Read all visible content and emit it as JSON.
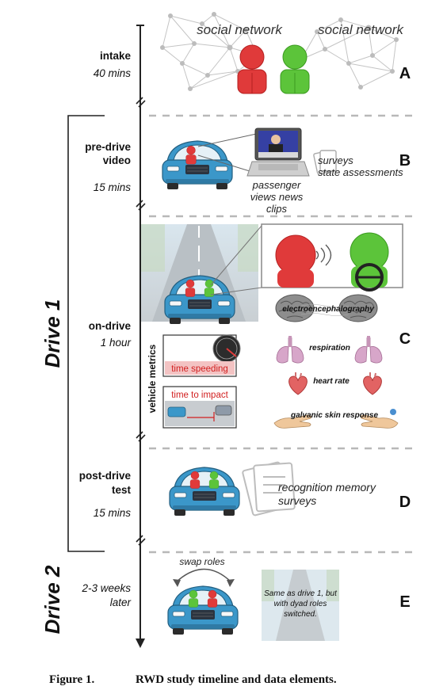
{
  "stages": [
    {
      "name": "intake",
      "duration": "40 mins",
      "letter": "A"
    },
    {
      "name_line1": "pre-drive",
      "name_line2": "video",
      "duration": "15 mins",
      "letter": "B"
    },
    {
      "name": "on-drive",
      "duration": "1 hour",
      "letter": "C"
    },
    {
      "name_line1": "post-drive",
      "name_line2": "test",
      "duration": "15 mins",
      "letter": "D"
    },
    {
      "duration_line1": "2-3 weeks",
      "duration_line2": "later",
      "letter": "E"
    }
  ],
  "drives": {
    "drive1": "Drive 1",
    "drive2": "Drive 2"
  },
  "panel_a": {
    "network_left": "social network",
    "network_right": "social network"
  },
  "panel_b": {
    "caption_line1": "passenger",
    "caption_line2": "views news",
    "caption_line3": "clips",
    "note_line1": "surveys",
    "note_line2": "state assessments"
  },
  "panel_c": {
    "vehicle_metrics": "vehicle metrics",
    "time_speeding": "time speeding",
    "time_to_impact": "time to impact",
    "eeg": "electroencephalography",
    "respiration": "respiration",
    "heart_rate": "heart rate",
    "gsr": "galvanic skin response"
  },
  "panel_d": {
    "line1": "recognition memory",
    "line2": "surveys"
  },
  "panel_e": {
    "swap": "swap roles",
    "line1": "Same as drive 1, but",
    "line2": "with dyad roles",
    "line3": "switched."
  },
  "caption": {
    "label": "Figure 1.",
    "text": "RWD study timeline and data elements."
  },
  "colors": {
    "passenger": "#e03a3a",
    "driver": "#5cc43a",
    "car": "#3b97c9"
  }
}
